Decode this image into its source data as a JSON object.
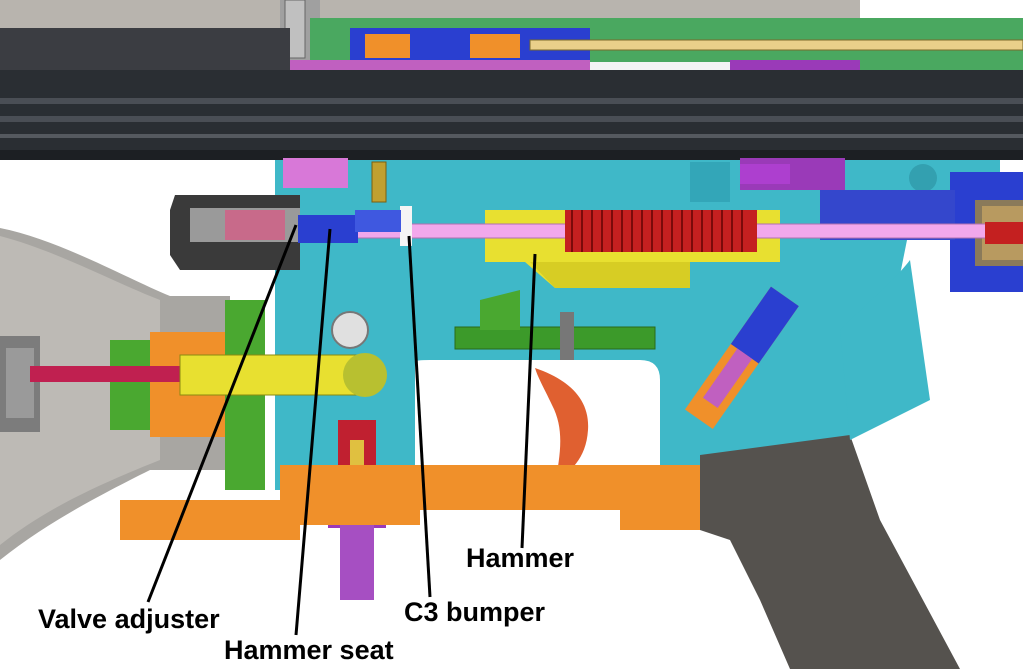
{
  "labels": {
    "valve_adjuster": "Valve adjuster",
    "hammer_seat": "Hammer seat",
    "c3_bumper": "C3 bumper",
    "hammer": "Hammer"
  },
  "colors": {
    "cyan_body": "#3fb8c8",
    "blue_part": "#2a3fd0",
    "pink_rod": "#f2a8ec",
    "red_spring": "#c42020",
    "yellow_hammer": "#e8e030",
    "orange_frame": "#f0902a",
    "green_parts": "#3c9a2a",
    "purple_parts": "#9a3ab8",
    "gray_parts": "#8a8a8a",
    "dark_barrel": "#2a2e33"
  }
}
